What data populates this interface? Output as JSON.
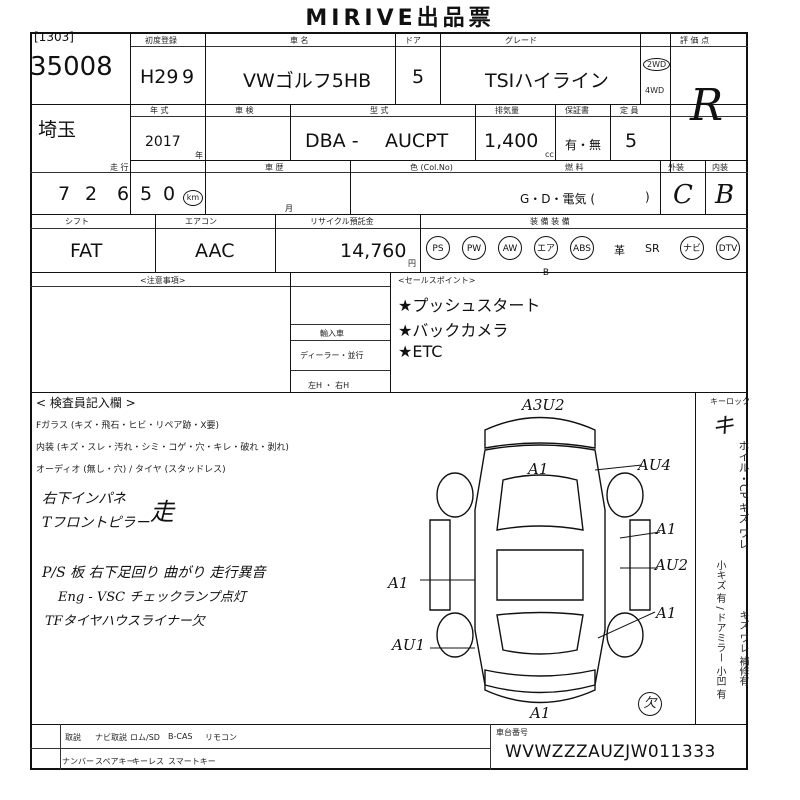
{
  "header": {
    "title": "MIRIVE出品票"
  },
  "lot": {
    "code": "[1303]",
    "number": "35008",
    "prefecture": "埼玉"
  },
  "labels": {
    "first_reg": "初度登録",
    "name": "車 名",
    "door": "ドア",
    "grade": "グレード",
    "score": "評 価 点",
    "model_year": "年 式",
    "inspection": "車 検",
    "type": "型 式",
    "displacement": "排気量",
    "guarantee": "保証書",
    "capacity": "定 員",
    "mileage": "走 行",
    "history": "車 歴",
    "body_color": "色 (Col.No)",
    "fuel": "燃 料",
    "exterior": "外装",
    "interior": "内装",
    "shift": "シフト",
    "aircon": "エアコン",
    "recycle": "リサイクル預託金",
    "equipment": "装 備 装 備",
    "notes": "<注意事項>",
    "sales_points": "<セールスポイント>",
    "import": "輸入車",
    "dealer": "ディーラー・並行",
    "steering": "左H ・ 右H",
    "inspector": "< 検査員記入欄 >",
    "vin_label": "車台番号",
    "key_lock": "キーロック",
    "bottom_row1": [
      "取説",
      "ナビ取説",
      "ロム/SD",
      "B-CAS",
      "リモコン"
    ],
    "bottom_row2": [
      "ナンバー",
      "スペアキー",
      "キーレス",
      "スマートキー"
    ]
  },
  "vehicle": {
    "reg_era": "H29",
    "reg_month": "9",
    "name": "VWゴルフ5HB",
    "doors": "5",
    "grade": "TSIハイライン",
    "drive_top": "2WD",
    "drive_bottom": "4WD",
    "score": "R",
    "year": "2017",
    "year_unit": "年",
    "type_prefix": "DBA -",
    "type_code": "AUCPT",
    "displacement": "1,400",
    "cc": "cc",
    "guarantee": "有・無",
    "capacity": "5",
    "mileage_digits": [
      "7",
      "2",
      "6",
      "5",
      "0"
    ],
    "mileage_unit": "km",
    "fuel_options": "G・D・電気 (",
    "exterior_grade": "C",
    "interior_grade": "B",
    "shift": "FAT",
    "aircon": "AAC",
    "recycle_fee": "14,760",
    "yen": "円",
    "history_month": "月"
  },
  "equipment": [
    "PS",
    "PW",
    "AW",
    "エアB",
    "ABS",
    "革",
    "SR",
    "ナビ",
    "DTV"
  ],
  "sales_points": [
    "★プッシュスタート",
    "★バックカメラ",
    "★ETC"
  ],
  "inspector_lines": [
    "Fガラス (キズ・飛石・ヒビ・リペア跡・X要)",
    "内装 (キズ・スレ・汚れ・シミ・コゲ・穴・キレ・破れ・剥れ)",
    "オーディオ (無し・穴) / タイヤ (スタッドレス)"
  ],
  "handwritten": [
    "右下インパネ",
    "Tフロントピラー",
    "走",
    "P/S 板  右下足回り 曲がり 走行異音",
    "Eng - VSC チェックランプ点灯",
    "TFタイヤハウスライナー欠"
  ],
  "damage_marks": [
    "A3U2",
    "A1",
    "AU4",
    "A1",
    "AU2",
    "A1",
    "A1",
    "AU1",
    "A1",
    "欠"
  ],
  "side_notes": {
    "wheel": "ホイル・CP キズ ワレ",
    "mirror": "小キズ 有 / ドアミラー 小凹 有",
    "mirror_repair": "キズ ワレ 補修有"
  },
  "vin": "WVWZZZAUZJW011333"
}
